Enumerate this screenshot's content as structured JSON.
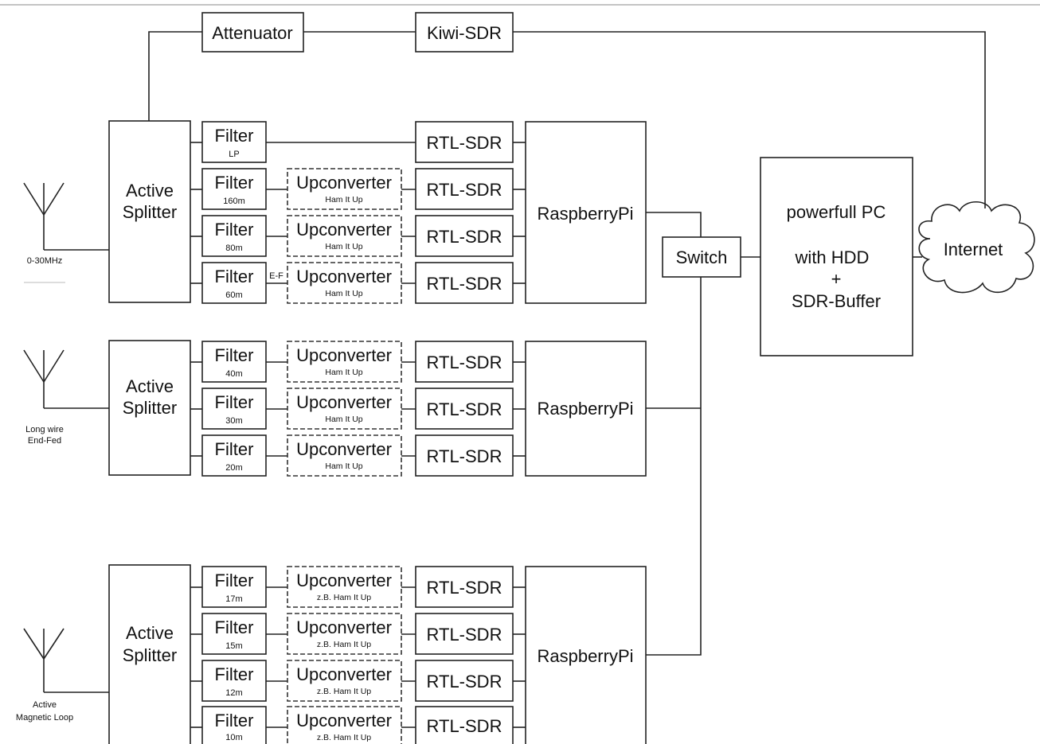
{
  "top": {
    "attenuator": "Attenuator",
    "kiwi": "Kiwi-SDR"
  },
  "common": {
    "splitter_line1": "Active",
    "splitter_line2": "Splitter",
    "filter": "Filter",
    "upconverter": "Upconverter",
    "rtl": "RTL-SDR",
    "raspberry": "RaspberryPi"
  },
  "antennas": {
    "a1": {
      "label": "0-30MHz"
    },
    "a2": {
      "line1": "Long wire",
      "line2": "End-Fed"
    },
    "a3": {
      "line1": "Active",
      "line2": "Magnetic Loop"
    }
  },
  "group1": {
    "filters": [
      "LP",
      "160m",
      "80m",
      "60m"
    ],
    "upconverters": [
      "",
      "Ham It Up",
      "Ham It Up",
      "Ham It Up"
    ],
    "ef_label": "E-F"
  },
  "group2": {
    "filters": [
      "40m",
      "30m",
      "20m"
    ],
    "upconverters": [
      "Ham It Up",
      "Ham It Up",
      "Ham It Up"
    ]
  },
  "group3": {
    "filters": [
      "17m",
      "15m",
      "12m",
      "10m"
    ],
    "upconverters": [
      "z.B. Ham It Up",
      "z.B. Ham It Up",
      "z.B. Ham It Up",
      "z.B. Ham It Up"
    ]
  },
  "switch": "Switch",
  "pc": {
    "line1": "powerfull PC",
    "line2": "with HDD",
    "line3": "+",
    "line4": "SDR-Buffer"
  },
  "internet": "Internet"
}
